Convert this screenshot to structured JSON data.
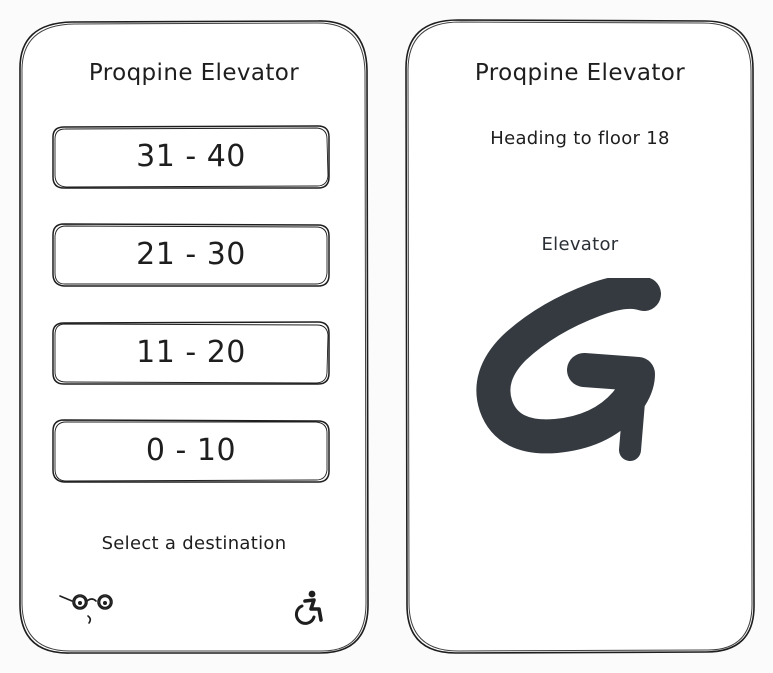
{
  "app": {
    "title": "Proqpine Elevator"
  },
  "selector_panel": {
    "title": "Proqpine Elevator",
    "floor_ranges": [
      {
        "label": "31 - 40"
      },
      {
        "label": "21 - 30"
      },
      {
        "label": "11 - 20"
      },
      {
        "label": "0 - 10"
      }
    ],
    "hint": "Select a destination",
    "icons": {
      "vision": "glasses-icon",
      "accessibility": "wheelchair-icon"
    }
  },
  "status_panel": {
    "title": "Proqpine Elevator",
    "heading_text": "Heading to floor 18",
    "elevator_label": "Elevator",
    "elevator_id": "G"
  },
  "colors": {
    "ink": "#1e1e1e",
    "glyph": "#343a40",
    "background": "#ffffff"
  }
}
